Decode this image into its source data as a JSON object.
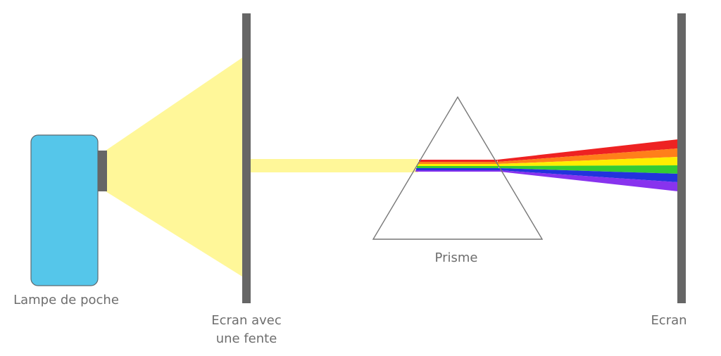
{
  "labels": {
    "flashlight": "Lampe de poche",
    "slit_screen_line1": "Ecran avec",
    "slit_screen_line2": "une fente",
    "prism": "Prisme",
    "screen": "Ecran"
  },
  "colors": {
    "flashlight_body": "#55c6ea",
    "flashlight_border": "#5e6a70",
    "screen_gray": "#666666",
    "light_beam": "#fff799",
    "prism_outline": "#777777",
    "spectrum": [
      "#ee2222",
      "#ff7f1a",
      "#ffee00",
      "#33cc33",
      "#2233dd",
      "#8833ee"
    ]
  }
}
